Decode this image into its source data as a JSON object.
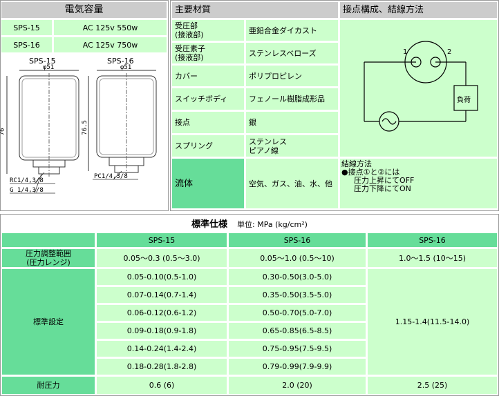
{
  "capacity": {
    "title": "電気容量",
    "rows": [
      {
        "model": "SPS-15",
        "rating": "AC 125v 550w"
      },
      {
        "model": "SPS-16",
        "rating": "AC 125v 750w"
      }
    ]
  },
  "drawing": {
    "left": {
      "label": "SPS-15",
      "diameter": "φ51",
      "height": "76",
      "thread1": "RC1/4,3/8",
      "thread2": "G 1/4,3/8"
    },
    "right": {
      "label": "SPS-16",
      "diameter": "φ51",
      "height": "76.5",
      "thread1": "PC1/4,3/8"
    }
  },
  "materials": {
    "title": "主要材質",
    "rows": [
      {
        "part": "受圧部\n(接液部)",
        "material": "亜鉛合金ダイカスト"
      },
      {
        "part": "受圧素子\n(接液部)",
        "material": "ステンレスベローズ"
      },
      {
        "part": "カバー",
        "material": "ポリプロピレン"
      },
      {
        "part": "スイッチボディ",
        "material": "フェノール樹脂成形品"
      },
      {
        "part": "接点",
        "material": "銀"
      },
      {
        "part": "スプリング",
        "material": "ステンレス\nピアノ線"
      },
      {
        "part": "流体",
        "material": "空気、ガス、油、水、他"
      }
    ]
  },
  "contact": {
    "title": "接点構成、結線方法",
    "terminal1": "1",
    "terminal2": "2",
    "load": "負荷",
    "method_title": "結線方法",
    "method_lines": [
      "●接点①と②には",
      "圧力上昇にてOFF",
      "圧力下降にてON"
    ]
  },
  "spec": {
    "title": "標準仕様",
    "unit": "単位: MPa (kg/cm²)",
    "columns": [
      "SPS-15",
      "SPS-16",
      "SPS-16"
    ],
    "range_label": "圧力調整範囲\n(圧力レンジ)",
    "range_values": [
      "0.05～0.3 (0.5～3.0)",
      "0.05～1.0 (0.5～10)",
      "1.0～1.5 (10～15)"
    ],
    "std_label": "標準設定",
    "std_col1": [
      "0.05-0.10(0.5-1.0)",
      "0.07-0.14(0.7-1.4)",
      "0.06-0.12(0.6-1.2)",
      "0.09-0.18(0.9-1.8)",
      "0.14-0.24(1.4-2.4)",
      "0.18-0.28(1.8-2.8)"
    ],
    "std_col2": [
      "0.30-0.50(3.0-5.0)",
      "0.35-0.50(3.5-5.0)",
      "0.50-0.70(5.0-7.0)",
      "0.65-0.85(6.5-8.5)",
      "0.75-0.95(7.5-9.5)",
      "0.79-0.99(7.9-9.9)"
    ],
    "std_col3": "1.15-1.4(11.5-14.0)",
    "proof_label": "耐圧力",
    "proof_values": [
      "0.6 (6)",
      "2.0 (20)",
      "2.5 (25)"
    ]
  }
}
